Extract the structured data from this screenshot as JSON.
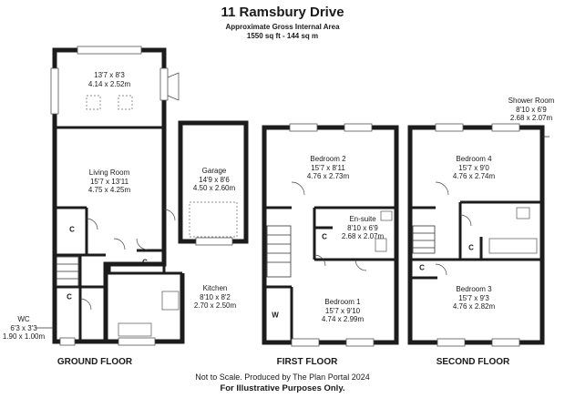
{
  "header": {
    "title": "11 Ramsbury Drive",
    "subtitle": "Approximate Gross Internal Area",
    "area": "1550 sq ft - 144 sq m"
  },
  "ground_floor": {
    "label": "GROUND FLOOR",
    "rooms": [
      {
        "name": "",
        "imperial": "13'7 x 8'3",
        "metric": "4.14 x 2.52m"
      },
      {
        "name": "Living Room",
        "imperial": "15'7 x 13'11",
        "metric": "4.75 x 4.25m"
      },
      {
        "name": "Garage",
        "imperial": "14'9 x 8'6",
        "metric": "4.50 x 2.60m"
      },
      {
        "name": "Kitchen",
        "imperial": "8'10 x 8'2",
        "metric": "2.70 x 2.50m"
      },
      {
        "name": "WC",
        "imperial": "6'3 x 3'3",
        "metric": "1.90 x 1.00m"
      }
    ],
    "cupboards": [
      "C",
      "C",
      "C"
    ]
  },
  "first_floor": {
    "label": "FIRST FLOOR",
    "rooms": [
      {
        "name": "Bedroom 2",
        "imperial": "15'7 x 8'11",
        "metric": "4.76 x 2.73m"
      },
      {
        "name": "En-suite",
        "imperial": "8'10 x 6'9",
        "metric": "2.68 x 2.07m"
      },
      {
        "name": "Bedroom 1",
        "imperial": "15'7 x 9'10",
        "metric": "4.74 x 2.99m"
      }
    ],
    "cupboards": [
      "C",
      "W"
    ]
  },
  "second_floor": {
    "label": "SECOND FLOOR",
    "rooms": [
      {
        "name": "Shower Room",
        "imperial": "8'10 x 6'9",
        "metric": "2.68 x 2.07m"
      },
      {
        "name": "Bedroom 4",
        "imperial": "15'7 x 9'0",
        "metric": "4.76 x 2.74m"
      },
      {
        "name": "Bedroom 3",
        "imperial": "15'7 x 9'3",
        "metric": "4.76 x 2.82m"
      }
    ],
    "cupboards": [
      "C",
      "C"
    ]
  },
  "footer": {
    "note": "Not to Scale. Produced by The Plan Portal 2024",
    "disclaimer": "For Illustrative Purposes Only."
  }
}
